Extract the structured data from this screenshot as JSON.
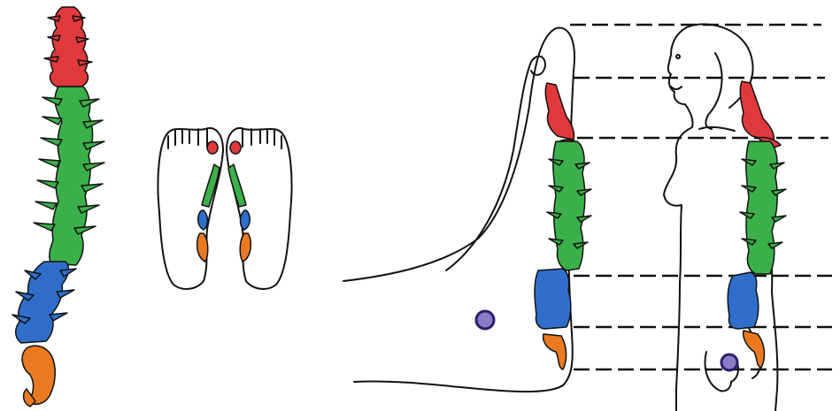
{
  "colors": {
    "background": "#ffffff",
    "outline": "#111111",
    "cervical": "#e0393b",
    "thoracic": "#3bb04a",
    "lumbar": "#2f6fcb",
    "sacral": "#ea7a22",
    "marker_fill": "#8a7bc4",
    "marker_ring": "#2b1d6b"
  },
  "regions": [
    {
      "key": "cervical",
      "color": "#e0393b"
    },
    {
      "key": "thoracic",
      "color": "#3bb04a"
    },
    {
      "key": "lumbar",
      "color": "#2f6fcb"
    },
    {
      "key": "sacral",
      "color": "#ea7a22"
    }
  ],
  "panels": {
    "spine": "spine-diagram",
    "feet": "feet-reflexology-map",
    "foot_body": "foot-body-overlay"
  },
  "marker_icon": "circle-marker",
  "guide_line_style": "dashed"
}
